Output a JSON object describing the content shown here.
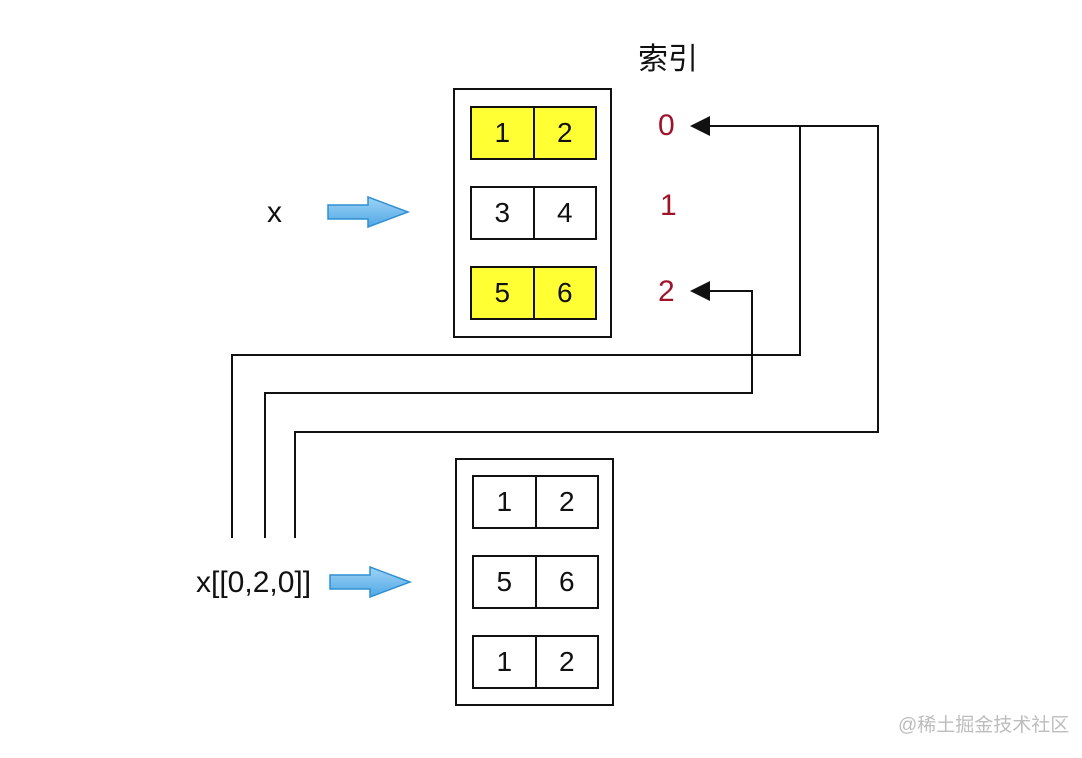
{
  "index": {
    "title": "索引",
    "labels": [
      "0",
      "1",
      "2"
    ],
    "color": "#a0142a"
  },
  "source": {
    "label": "x",
    "rows": [
      {
        "values": [
          "1",
          "2"
        ],
        "highlighted": true
      },
      {
        "values": [
          "3",
          "4"
        ],
        "highlighted": false
      },
      {
        "values": [
          "5",
          "6"
        ],
        "highlighted": true
      }
    ]
  },
  "result": {
    "label": "x[[0,2,0]]",
    "rows": [
      {
        "values": [
          "1",
          "2"
        ]
      },
      {
        "values": [
          "5",
          "6"
        ]
      },
      {
        "values": [
          "1",
          "2"
        ]
      }
    ]
  },
  "colors": {
    "highlight": "#ffff33",
    "arrow_fill": "#6fb9ec",
    "arrow_stroke": "#2f8fd2"
  },
  "watermark": "@稀土掘金技术社区"
}
